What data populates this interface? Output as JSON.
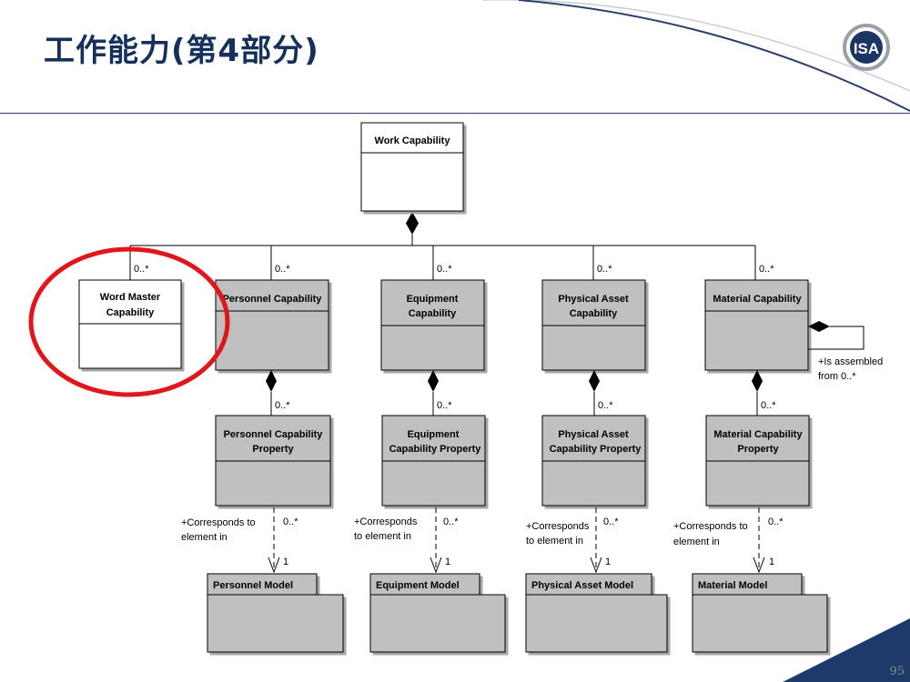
{
  "slide": {
    "title": "工作能力(第4部分)",
    "page_number": "95",
    "logo_text": "ISA"
  },
  "diagram": {
    "root": {
      "name": "Work Capability"
    },
    "highlight": {
      "name_line1": "Word Master",
      "name_line2": "Capability",
      "multiplicity": "0..*"
    },
    "capabilities": [
      {
        "line1": "Personnel Capability",
        "line2": "",
        "multiplicity": "0..*"
      },
      {
        "line1": "Equipment",
        "line2": "Capability",
        "multiplicity": "0..*"
      },
      {
        "line1": "Physical Asset",
        "line2": "Capability",
        "multiplicity": "0..*"
      },
      {
        "line1": "Material Capability",
        "line2": "",
        "multiplicity": "0..*"
      }
    ],
    "properties": [
      {
        "line1": "Personnel Capability",
        "line2": "Property",
        "multiplicity": "0..*"
      },
      {
        "line1": "Equipment",
        "line2": "Capability Property",
        "multiplicity": "0..*"
      },
      {
        "line1": "Physical Asset",
        "line2": "Capability Property",
        "multiplicity": "0..*"
      },
      {
        "line1": "Material Capability",
        "line2": "Property",
        "multiplicity": "0..*"
      }
    ],
    "models": [
      {
        "name": "Personnel Model"
      },
      {
        "name": "Equipment Model"
      },
      {
        "name": "Physical Asset Model"
      },
      {
        "name": "Material Model"
      }
    ],
    "correspondence": [
      {
        "role_line1": "+Corresponds to",
        "role_line2": "element in",
        "source_mult": "0..*",
        "target_mult": "1"
      },
      {
        "role_line1": "+Corresponds",
        "role_line2": "to element in",
        "source_mult": "0..*",
        "target_mult": "1"
      },
      {
        "role_line1": "+Corresponds",
        "role_line2": "to element in",
        "source_mult": "0..*",
        "target_mult": "1"
      },
      {
        "role_line1": "+Corresponds to",
        "role_line2": "element in",
        "source_mult": "0..*",
        "target_mult": "1"
      }
    ],
    "self_assoc": {
      "role_line1": "+Is assembled",
      "role_line2": "from 0..*"
    }
  }
}
